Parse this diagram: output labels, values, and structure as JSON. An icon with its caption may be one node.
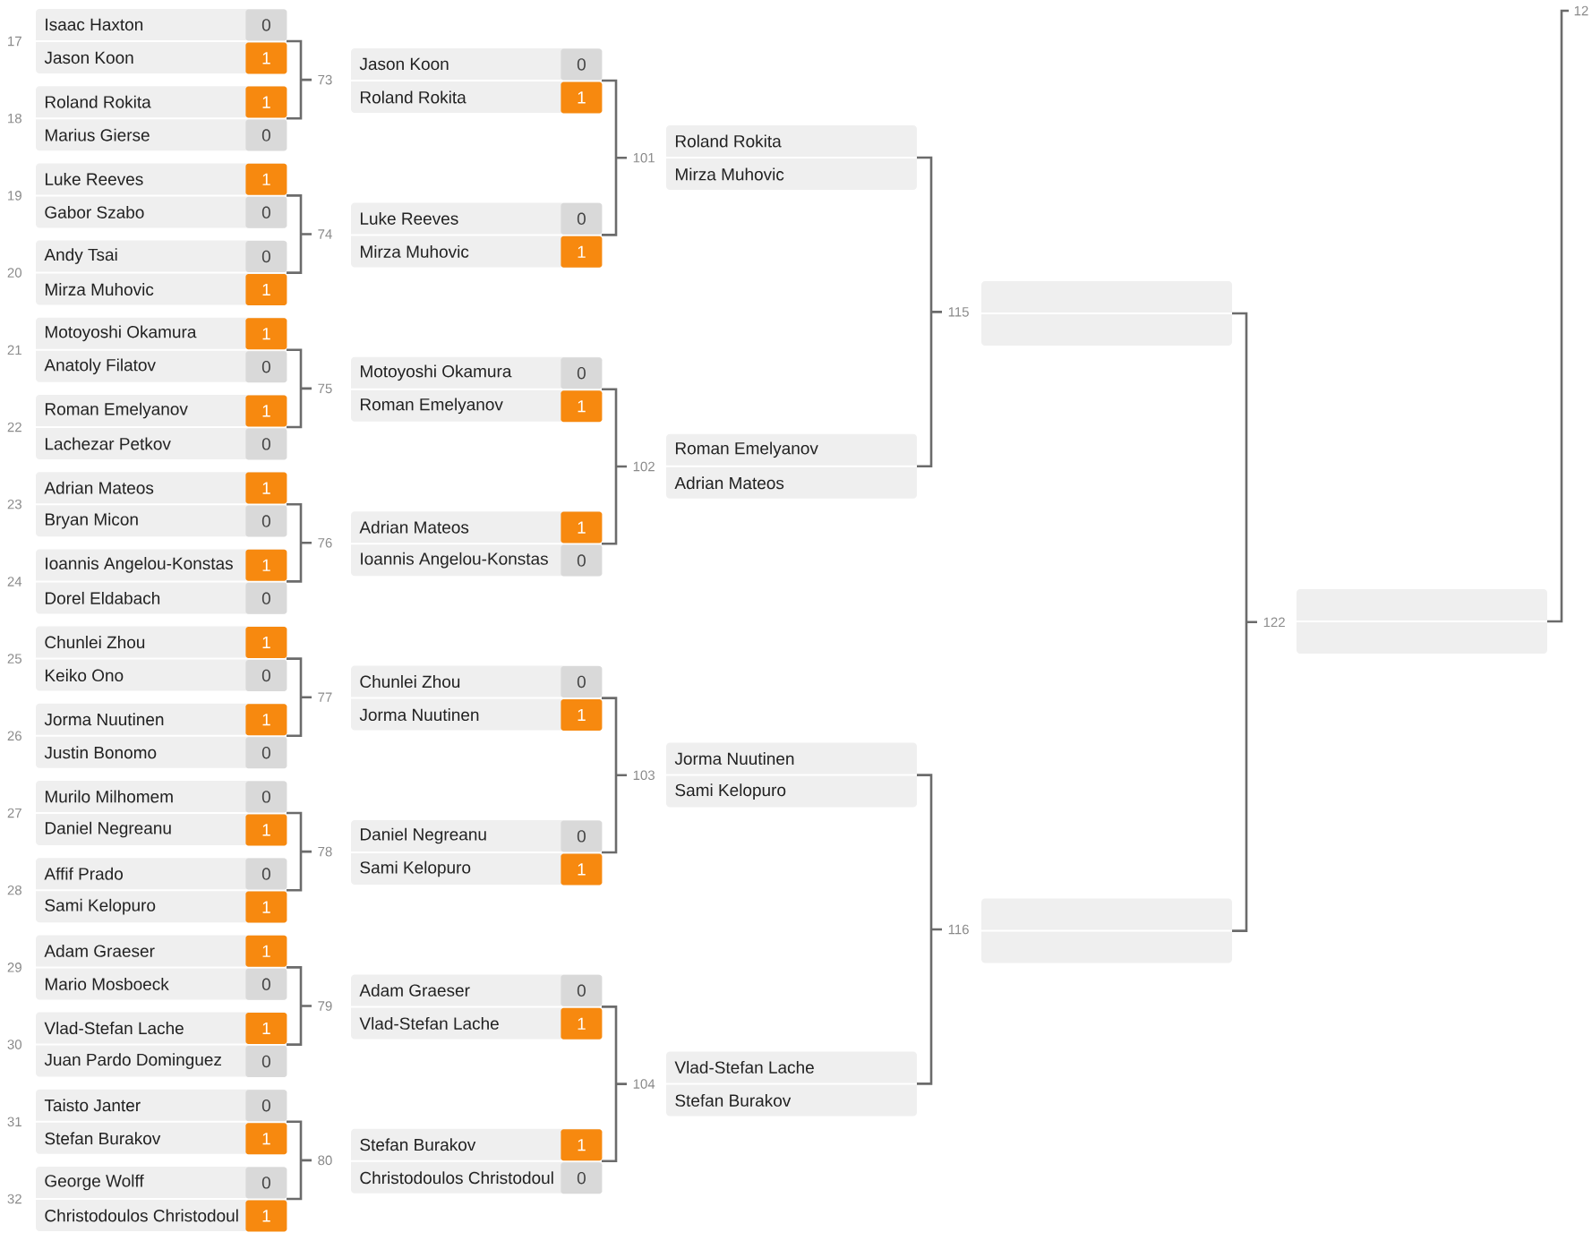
{
  "diagram": {
    "nodes": [
      {
        "text": [
          "Isaac Haxton",
          "0",
          "Jason Koon",
          "1"
        ],
        "beside": [
          "17"
        ]
      },
      {
        "text": [
          "Roland Rokita",
          "1",
          "Marius Gierse",
          "0"
        ],
        "beside": [
          "18"
        ]
      },
      {
        "text": [
          "Luke Reeves",
          "1",
          "Gabor Szabo",
          "0"
        ],
        "beside": [
          "19"
        ]
      },
      {
        "text": [
          "Andy Tsai",
          "0",
          "Mirza Muhovic",
          "1"
        ],
        "beside": [
          "20"
        ]
      },
      {
        "text": [
          "Motoyoshi Okamura",
          "1",
          "Anatoly Filatov",
          "0"
        ],
        "beside": [
          "21"
        ]
      },
      {
        "text": [
          "Roman Emelyanov",
          "1",
          "Lachezar Petkov",
          "0"
        ],
        "beside": [
          "22"
        ]
      },
      {
        "text": [
          "Adrian Mateos",
          "1",
          "Bryan Micon",
          "0"
        ],
        "beside": [
          "23"
        ]
      },
      {
        "text": [
          "Ioannis Angelou-Konstas",
          "1",
          "Dorel Eldabach",
          "0"
        ],
        "beside": [
          "24"
        ]
      },
      {
        "text": [
          "Chunlei Zhou",
          "1",
          "Keiko Ono",
          "0"
        ],
        "beside": [
          "25"
        ]
      },
      {
        "text": [
          "Jorma Nuutinen",
          "1",
          "Justin Bonomo",
          "0"
        ],
        "beside": [
          "26"
        ]
      },
      {
        "text": [
          "Murilo Milhomem",
          "0",
          "Daniel Negreanu",
          "1"
        ],
        "beside": [
          "27"
        ]
      },
      {
        "text": [
          "Affif Prado",
          "0",
          "Sami Kelopuro",
          "1"
        ],
        "beside": [
          "28"
        ]
      },
      {
        "text": [
          "Adam Graeser",
          "1",
          "Mario Mosboeck",
          "0"
        ],
        "beside": [
          "29"
        ]
      },
      {
        "text": [
          "Vlad-Stefan Lache",
          "1",
          "Juan Pardo Dominguez",
          "0"
        ],
        "beside": [
          "30"
        ]
      },
      {
        "text": [
          "Taisto Janter",
          "0",
          "Stefan Burakov",
          "1"
        ],
        "beside": [
          "31"
        ]
      },
      {
        "text": [
          "George Wolff",
          "0",
          "Christodoulos Christodoul",
          "1"
        ],
        "beside": [
          "32"
        ]
      },
      {
        "text": [
          "Jason Koon",
          "0",
          "Roland Rokita",
          "1"
        ]
      },
      {
        "text": [
          "Luke Reeves",
          "0",
          "Mirza Muhovic",
          "1"
        ]
      },
      {
        "text": [
          "Motoyoshi Okamura",
          "0",
          "Roman Emelyanov",
          "1"
        ]
      },
      {
        "text": [
          "Adrian Mateos",
          "1",
          "Ioannis Angelou-Konstas",
          "0"
        ]
      },
      {
        "text": [
          "Chunlei Zhou",
          "0",
          "Jorma Nuutinen",
          "1"
        ]
      },
      {
        "text": [
          "Daniel Negreanu",
          "0",
          "Sami Kelopuro",
          "1"
        ]
      },
      {
        "text": [
          "Adam Graeser",
          "0",
          "Vlad-Stefan Lache",
          "1"
        ]
      },
      {
        "text": [
          "Stefan Burakov",
          "1",
          "Christodoulos Christodoul",
          "0"
        ]
      },
      {
        "text": [
          "Roland Rokita",
          "Mirza Muhovic"
        ]
      },
      {
        "text": [
          "Roman Emelyanov",
          "Adrian Mateos"
        ]
      },
      {
        "text": [
          "Jorma Nuutinen",
          "Sami Kelopuro"
        ]
      },
      {
        "text": [
          "Vlad-Stefan Lache",
          "Stefan Burakov"
        ]
      },
      {
        "text": [],
        "shape": "box"
      },
      {
        "text": [],
        "shape": "box"
      },
      {
        "text": [],
        "shape": "box"
      }
    ],
    "edges": [
      {
        "from": 0,
        "to": 1,
        "arrow": "none",
        "label": "73"
      },
      {
        "from": 2,
        "to": 3,
        "arrow": "none",
        "label": "74"
      },
      {
        "from": 4,
        "to": 5,
        "arrow": "none",
        "label": "75"
      },
      {
        "from": 6,
        "to": 7,
        "arrow": "none",
        "label": "76"
      },
      {
        "from": 8,
        "to": 9,
        "arrow": "none",
        "label": "77"
      },
      {
        "from": 10,
        "to": 11,
        "arrow": "none",
        "label": "78"
      },
      {
        "from": 12,
        "to": 13,
        "arrow": "none",
        "label": "79"
      },
      {
        "from": 14,
        "to": 15,
        "arrow": "none",
        "label": "80"
      },
      {
        "from": 16,
        "to": 17,
        "arrow": "none",
        "label": "101"
      },
      {
        "from": 18,
        "to": 19,
        "arrow": "none",
        "label": "102"
      },
      {
        "from": 20,
        "to": 21,
        "arrow": "none",
        "label": "103"
      },
      {
        "from": 22,
        "to": 23,
        "arrow": "none",
        "label": "104"
      },
      {
        "from": 24,
        "to": 25,
        "arrow": "none",
        "label": "115"
      },
      {
        "from": 26,
        "to": 27,
        "arrow": "none",
        "label": "116"
      },
      {
        "from": 28,
        "to": 29,
        "arrow": "none",
        "label": "122"
      },
      {
        "from": 30,
        "to": null,
        "arrow": "none",
        "label": "12"
      }
    ]
  }
}
